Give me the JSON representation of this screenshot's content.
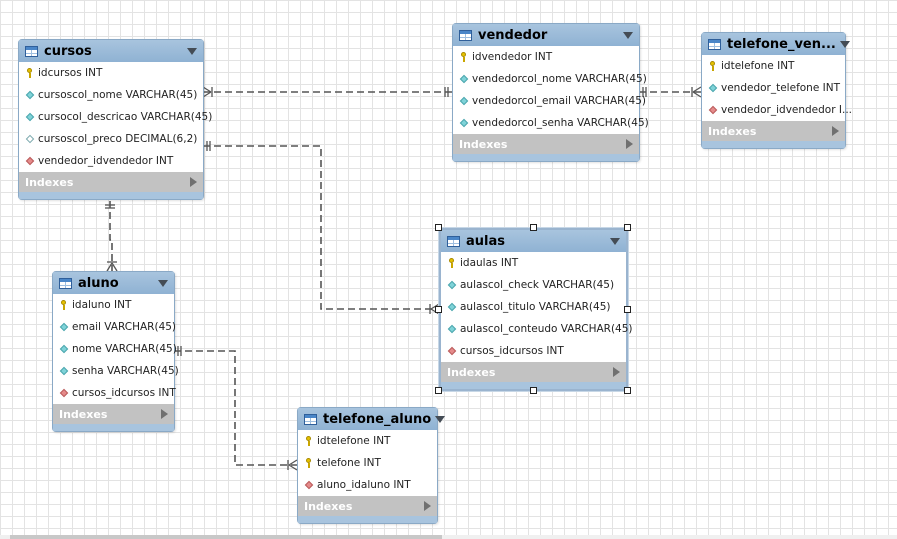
{
  "diagram": {
    "indexes_label": "Indexes",
    "tables": [
      {
        "id": "cursos",
        "name": "cursos",
        "columns": [
          {
            "icon": "primary-key-icon",
            "text": "idcursos INT"
          },
          {
            "icon": "column-icon",
            "text": "cursoscol_nome VARCHAR(45)"
          },
          {
            "icon": "column-icon",
            "text": "cursocol_descricao VARCHAR(45)"
          },
          {
            "icon": "nullable-column-icon",
            "text": "cursoscol_preco DECIMAL(6,2)"
          },
          {
            "icon": "foreign-key-icon",
            "text": "vendedor_idvendedor INT"
          }
        ]
      },
      {
        "id": "vendedor",
        "name": "vendedor",
        "columns": [
          {
            "icon": "primary-key-icon",
            "text": "idvendedor INT"
          },
          {
            "icon": "column-icon",
            "text": "vendedorcol_nome VARCHAR(45)"
          },
          {
            "icon": "column-icon",
            "text": "vendedorcol_email VARCHAR(45)"
          },
          {
            "icon": "column-icon",
            "text": "vendedorcol_senha VARCHAR(45)"
          }
        ]
      },
      {
        "id": "telefone_vendedor",
        "name": "telefone_ven...",
        "columns": [
          {
            "icon": "primary-key-icon",
            "text": "idtelefone INT"
          },
          {
            "icon": "column-icon",
            "text": "vendedor_telefone INT"
          },
          {
            "icon": "foreign-key-icon",
            "text": "vendedor_idvendedor I..."
          }
        ]
      },
      {
        "id": "aulas",
        "name": "aulas",
        "columns": [
          {
            "icon": "primary-key-icon",
            "text": "idaulas INT"
          },
          {
            "icon": "column-icon",
            "text": "aulascol_check VARCHAR(45)"
          },
          {
            "icon": "column-icon",
            "text": "aulascol_titulo VARCHAR(45)"
          },
          {
            "icon": "column-icon",
            "text": "aulascol_conteudo VARCHAR(45)"
          },
          {
            "icon": "foreign-key-icon",
            "text": "cursos_idcursos INT"
          }
        ]
      },
      {
        "id": "aluno",
        "name": "aluno",
        "columns": [
          {
            "icon": "primary-key-icon",
            "text": "idaluno INT"
          },
          {
            "icon": "column-icon",
            "text": "email VARCHAR(45)"
          },
          {
            "icon": "column-icon",
            "text": "nome VARCHAR(45)"
          },
          {
            "icon": "column-icon",
            "text": "senha VARCHAR(45)"
          },
          {
            "icon": "foreign-key-icon",
            "text": "cursos_idcursos INT"
          }
        ]
      },
      {
        "id": "telefone_aluno",
        "name": "telefone_aluno",
        "columns": [
          {
            "icon": "primary-key-icon",
            "text": "idtelefone INT"
          },
          {
            "icon": "primary-key-icon",
            "text": "telefone INT"
          },
          {
            "icon": "foreign-key-icon",
            "text": "aluno_idaluno INT"
          }
        ]
      }
    ],
    "relationships": [
      {
        "from": "vendedor",
        "to": "cursos"
      },
      {
        "from": "vendedor",
        "to": "telefone_vendedor"
      },
      {
        "from": "cursos",
        "to": "aulas"
      },
      {
        "from": "cursos",
        "to": "aluno"
      },
      {
        "from": "aluno",
        "to": "telefone_aluno"
      }
    ],
    "selected_table": "aulas",
    "colors": {
      "header": "#8fb2d3",
      "indexes_bar": "#c2c2c2",
      "connector": "#555555"
    }
  }
}
